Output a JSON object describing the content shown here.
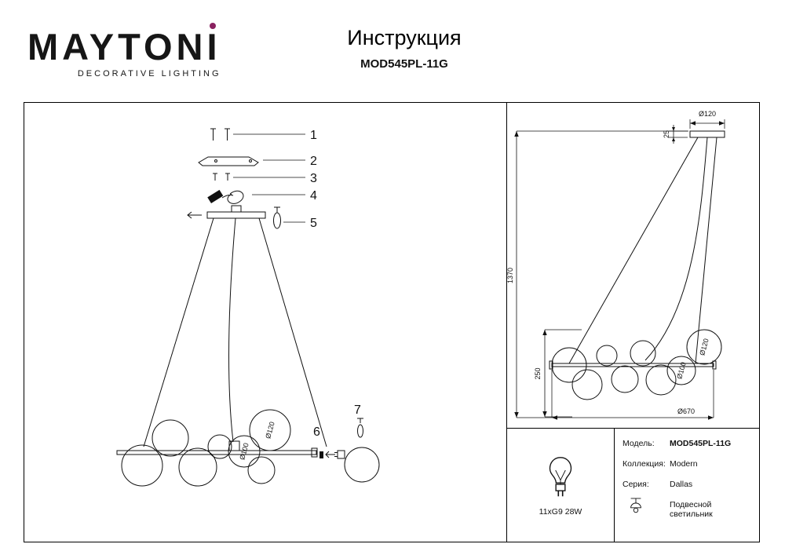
{
  "header": {
    "brand": "MAYTONI",
    "brand_sub": "DECORATIVE LIGHTING",
    "accent_color": "#8a2160",
    "title": "Инструкция",
    "model": "MOD545PL-11G"
  },
  "exploded_view": {
    "part_numbers": [
      "1",
      "2",
      "3",
      "4",
      "5",
      "6",
      "7"
    ],
    "globe_large_label": "Ø120",
    "globe_small_label": "Ø100"
  },
  "dimension_view": {
    "canopy_diameter": "Ø120",
    "canopy_height": "25",
    "overall_height": "1370",
    "fixture_height": "250",
    "globe_large_label": "Ø120",
    "globe_small_label": "Ø100",
    "fixture_diameter": "Ø670"
  },
  "info": {
    "bulb_label": "11xG9 28W",
    "specs": [
      {
        "label": "Модель:",
        "value": "MOD545PL-11G"
      },
      {
        "label": "Коллекция:",
        "value": "Modern"
      },
      {
        "label": "Серия:",
        "value": "Dallas"
      }
    ],
    "type_label": "Подвесной светильник"
  }
}
